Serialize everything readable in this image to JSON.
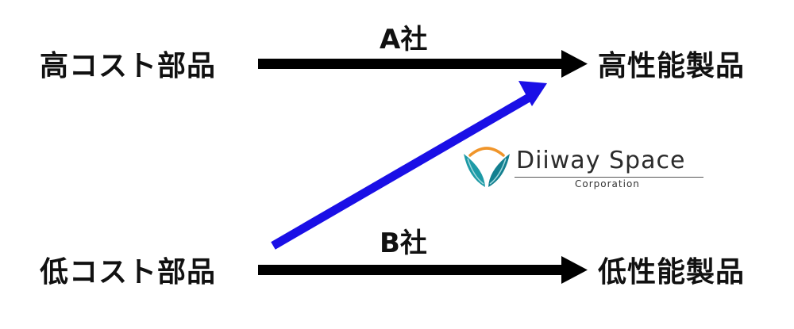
{
  "nodes": {
    "source_high": "高コスト部品",
    "source_low": "低コスト部品",
    "target_high": "高性能製品",
    "target_low": "低性能製品"
  },
  "edges": {
    "company_a": "A社",
    "company_b": "B社"
  },
  "logo": {
    "name": "Diiway Space",
    "subtitle": "Corporation"
  },
  "colors": {
    "text": "#111111",
    "arrow_black": "#000000",
    "arrow_blue": "#1a0fe6",
    "logo_teal": "#1d9aa6",
    "logo_orange": "#f0952a"
  }
}
